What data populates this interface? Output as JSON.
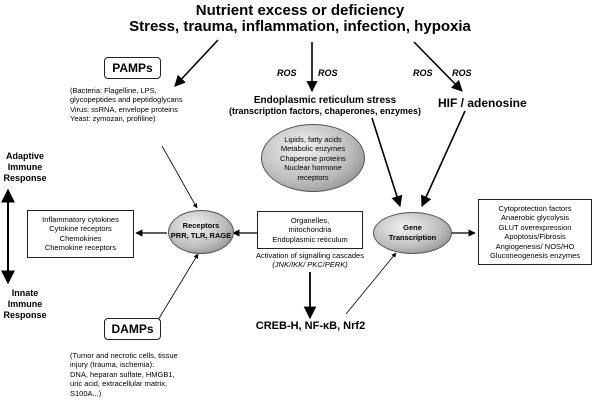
{
  "title": {
    "line1": "Nutrient excess or deficiency",
    "line2": "Stress, trauma, inflammation, infection, hypoxia"
  },
  "pamps": {
    "label": "PAMPs",
    "details": [
      "(Bacteria: Flagelline, LPS,",
      "glycopeptides and peptidoglycans",
      "Virus: ssRNA, envelope proteins",
      "Yeast: zymozan, profiline)"
    ]
  },
  "damps": {
    "label": "DAMPs",
    "details": [
      "(Tumor and necrotic cells, tissue",
      "injury (trauma, ischemia):",
      "DNA, heparan sulfate, HMGB1,",
      "uric acid, extracellular matrix,",
      "S100A...)"
    ]
  },
  "ros": {
    "left_1": "ROS",
    "left_2": "ROS",
    "right_1": "ROS",
    "right_2": "ROS"
  },
  "er_stress": {
    "line1": "Endoplasmic reticulum stress",
    "line2": "(transcription factors, chaperones, enzymes)"
  },
  "hif": "HIF / adenosine",
  "er_ellipse": {
    "lines": [
      "Lipids, fatty acids",
      "Metabolic enzymes",
      "Chaperone proteins",
      "Nuclear hormone",
      "receptors"
    ]
  },
  "adaptive": [
    "Adaptive",
    "Immune",
    "Response"
  ],
  "innate": [
    "Innate",
    "Immune",
    "Response"
  ],
  "cytokines": {
    "lines": [
      "Inflammatory cytokines",
      "Cytokine receptors",
      "Chemokines",
      "Chemokine receptors"
    ]
  },
  "receptors": {
    "line1": "Receptors",
    "line2": "PRR, TLR, RAGE"
  },
  "organelles": {
    "lines": [
      "Organelles,",
      "mitochondria",
      "Endoplasmic  reticulum"
    ]
  },
  "signalling": {
    "line1": "Activation of signalling cascades",
    "line2": "(JNK/IKK/ PKC/PERK)"
  },
  "gene_transcription": {
    "line1": "Gene",
    "line2": "Transcription"
  },
  "outcomes": {
    "lines": [
      "Cytoprotection factors",
      "Anaerobic glycolysis",
      "GLUT overexpression",
      "Apoptosis/Fibrosis",
      "Angiogenesis/ NOS/HO",
      "Gluconeogenesis enzymes"
    ]
  },
  "creb": "CREB-H, NF-κB, Nrf2"
}
